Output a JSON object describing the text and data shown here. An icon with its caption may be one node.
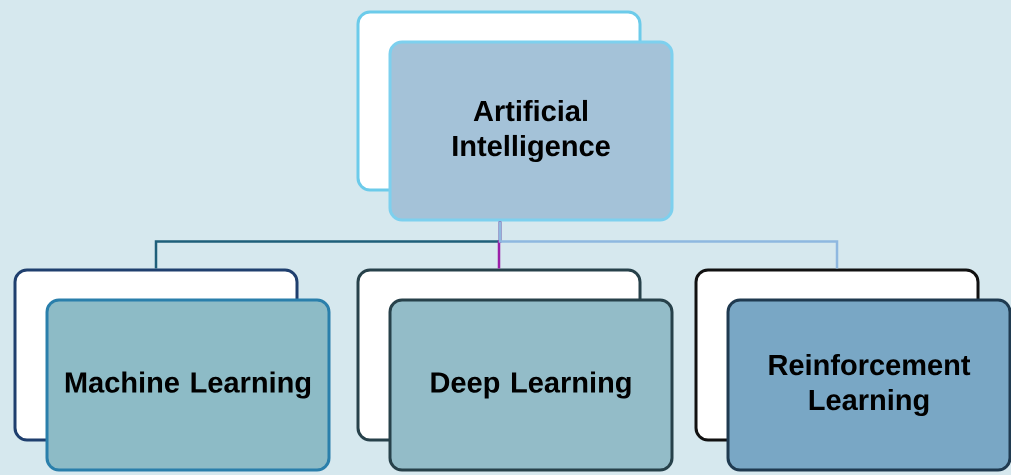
{
  "diagram": {
    "nodes": [
      {
        "text": [
          "Artificial Intelligence"
        ]
      },
      {
        "text": [
          "Machine Learning"
        ]
      },
      {
        "text": [
          "Deep Learning"
        ]
      },
      {
        "text": [
          "Reinforcement Learning"
        ]
      }
    ],
    "edges": [
      {
        "from": 0,
        "to": 1,
        "arrow": "none",
        "color": "#1f5f7a"
      },
      {
        "from": 0,
        "to": 2,
        "arrow": "none",
        "color": "#9b1fa8"
      },
      {
        "from": 0,
        "to": 3,
        "arrow": "none",
        "color": "#8fb8e0"
      }
    ]
  }
}
